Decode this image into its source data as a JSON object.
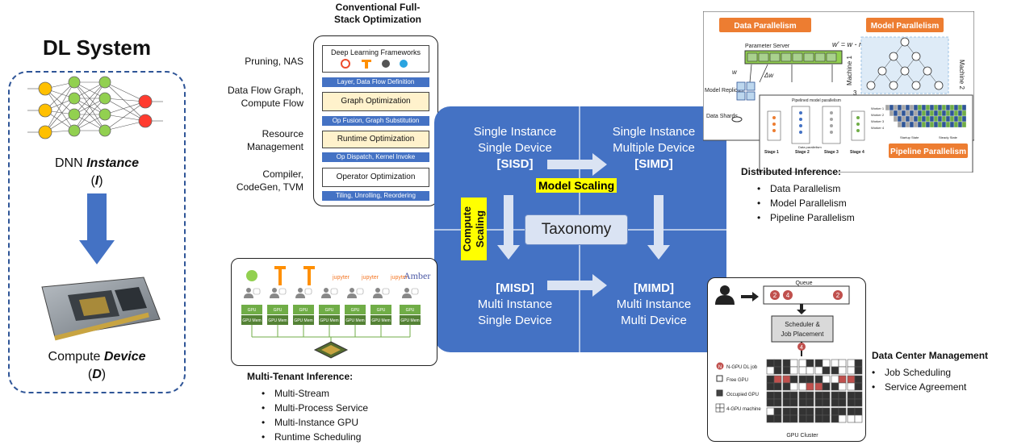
{
  "dl_system": {
    "title": "DL System",
    "dnn_prefix": "DNN ",
    "dnn_instance": "Instance",
    "dnn_symbol": "I",
    "device_prefix": "Compute ",
    "device_word": "Device",
    "device_symbol": "D"
  },
  "conventional": {
    "title_line1": "Conventional Full-",
    "title_line2": "Stack Optimization",
    "framework_label": "Deep Learning Frameworks",
    "bar1": "Layer, Data Flow Definition",
    "graph_opt": "Graph Optimization",
    "bar2": "Op Fusion, Graph Substitution",
    "runtime_opt": "Runtime Optimization",
    "bar3": "Op Dispatch, Kernel Invoke",
    "operator_opt": "Operator Optimization",
    "bar4": "Tiling, Unrolling, Reordering",
    "left_labels": {
      "pruning": "Pruning, NAS",
      "dataflow1": "Data Flow Graph,",
      "dataflow2": "Compute Flow",
      "resource1": "Resource",
      "resource2": "Management",
      "compiler1": "Compiler,",
      "compiler2": "CodeGen, TVM"
    }
  },
  "taxonomy": {
    "center": "Taxonomy",
    "sisd": {
      "line1": "Single Instance",
      "line2": "Single Device",
      "code": "[SISD]"
    },
    "simd": {
      "line1": "Single Instance",
      "line2": "Multiple Device",
      "code": "[SIMD]"
    },
    "misd": {
      "code": "[MISD]",
      "line1": "Multi Instance",
      "line2": "Single Device"
    },
    "mimd": {
      "code": "[MIMD]",
      "line1": "Multi Instance",
      "line2": "Multi Device"
    },
    "model_scaling": "Model Scaling",
    "compute_scaling_1": "Compute",
    "compute_scaling_2": "Scaling",
    "highlight_color": "#ffff00",
    "blue": "#4472c4"
  },
  "distributed": {
    "data_parallelism_tag": "Data Parallelism",
    "model_parallelism_tag": "Model Parallelism",
    "pipeline_parallelism_tag": "Pipeline Parallelism",
    "parameter_server": "Parameter Server",
    "formula": "w' = w - ηΔw",
    "w": "w",
    "dw": "Δw",
    "model_replicas": "Model Replicas",
    "data_shards": "Data Shards",
    "machine1": "Machine 1",
    "machine2": "Machine 2",
    "machine3": "3",
    "pipeline_caption": "Pipelined model parallelism",
    "stages": [
      "Stage 1",
      "Stage 2",
      "Stage 3",
      "Stage 4"
    ],
    "data_parallel_small": "Data parallelism",
    "workers": [
      "Worker 1",
      "Worker 2",
      "Worker 3",
      "Worker 4"
    ],
    "startup": "Startup State",
    "steady": "Steady State",
    "title": "Distributed Inference:",
    "items": [
      "Data Parallelism",
      "Model Parallelism",
      "Pipeline Parallelism"
    ],
    "tag_color": "#ed7d31"
  },
  "multi_tenant": {
    "gpu_label": "GPU",
    "gpu_mem": "GPU Mem",
    "jupyter": "jupyter",
    "amber": "Amber",
    "title": "Multi-Tenant Inference:",
    "items": [
      "Multi-Stream",
      "Multi-Process Service",
      "Multi-Instance GPU",
      "Runtime Scheduling"
    ],
    "gpu_color": "#70ad47"
  },
  "data_center": {
    "queue": "Queue",
    "jobs": [
      "2",
      "4",
      "2"
    ],
    "scheduler1": "Scheduler &",
    "scheduler2": "Job Placement",
    "placed_job": "4",
    "legend_n": "N",
    "legend_job": "N-GPU DL job",
    "legend_free": "Free GPU",
    "legend_occupied": "Occupied GPU",
    "legend_machine": "4-GPU machine",
    "cluster": "GPU Cluster",
    "title": "Data Center Management",
    "items": [
      "Job Scheduling",
      "Service Agreement"
    ],
    "job_color": "#c0504d"
  }
}
